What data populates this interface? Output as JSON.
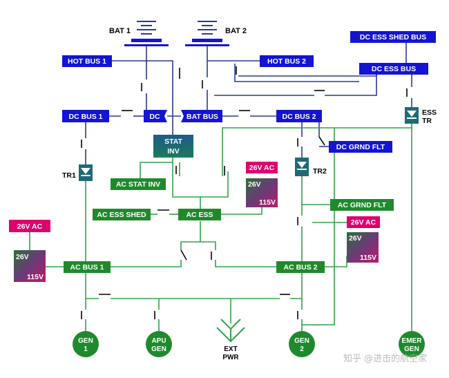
{
  "colors": {
    "blue_box": "#1414d2",
    "green_box": "#1f8a2c",
    "magenta": "#e0006e",
    "teal": "#1e6a78",
    "wire_blue": "#2a3a8a",
    "wire_green": "#2ea24a"
  },
  "batteries": {
    "bat1": "BAT 1",
    "bat2": "BAT 2"
  },
  "dc_buses": {
    "hot_bus_1": "HOT  BUS 1",
    "hot_bus_2": "HOT  BUS 2",
    "dc_ess_shed_bus": "DC  ESS  SHED  BUS",
    "dc_ess_bus": "DC  ESS  BUS",
    "dc_bus_1": "DC  BUS 1",
    "dc_tie": "DC",
    "bat_bus": "BAT  BUS",
    "dc_bus_2": "DC  BUS 2",
    "dc_grnd_flt": "DC  GRND FLT"
  },
  "converters": {
    "stat_inv_1": "STAT",
    "stat_inv_2": "INV",
    "tr1": "TR1",
    "tr2": "TR2",
    "ess_tr_1": "ESS",
    "ess_tr_2": "TR"
  },
  "ac_buses": {
    "ac_stat_inv": "AC  STAT INV",
    "ac_ess_shed": "AC  ESS  SHED",
    "ac_ess": "AC  ESS",
    "ac_grnd_flt": "AC  GRND FLT",
    "ac_bus_1": "AC  BUS 1",
    "ac_bus_2": "AC  BUS 2"
  },
  "transformers": {
    "label_26v_ac": "26V AC",
    "in_26v": "26V",
    "out_115v": "115V"
  },
  "sources": {
    "gen1_a": "GEN",
    "gen1_b": "1",
    "apu_a": "APU",
    "apu_b": "GEN",
    "ext_a": "EXT",
    "ext_b": "PWR",
    "gen2_a": "GEN",
    "gen2_b": "2",
    "emer_a": "EMER",
    "emer_b": "GEN"
  },
  "watermark": "知乎 @进击的航空家"
}
